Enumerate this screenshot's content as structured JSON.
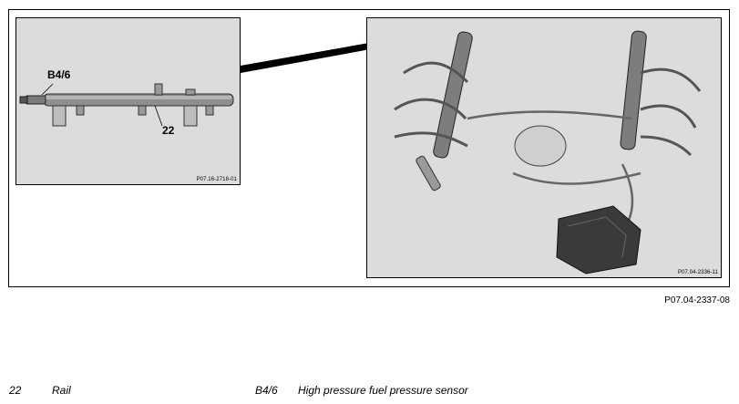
{
  "figure": {
    "code": "P07.04-2337-08"
  },
  "left_panel": {
    "code": "P07.16-2718-01",
    "callouts": {
      "sensor": "B4/6",
      "rail": "22"
    }
  },
  "right_panel": {
    "code": "P07.04-2336-11"
  },
  "legend": [
    {
      "key": "22",
      "text": "Rail"
    },
    {
      "key": "B4/6",
      "text": "High pressure fuel pressure sensor"
    }
  ],
  "colors": {
    "panel_background": "#dcdcdc",
    "rail": "#8e8e8e",
    "engine_dark": "#3a3a3a"
  }
}
